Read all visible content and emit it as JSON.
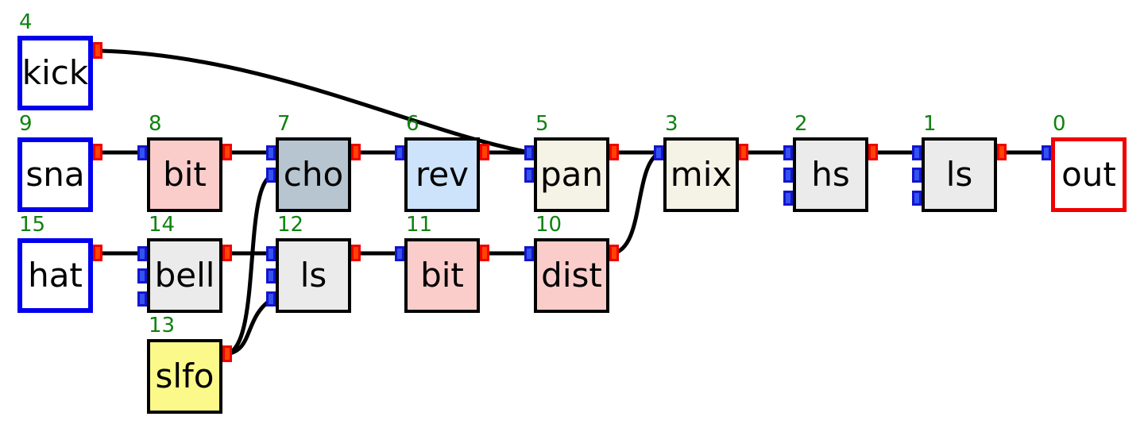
{
  "graph": {
    "nodes": [
      {
        "id": "0",
        "label": "out"
      },
      {
        "id": "1",
        "label": "ls"
      },
      {
        "id": "2",
        "label": "hs"
      },
      {
        "id": "3",
        "label": "mix"
      },
      {
        "id": "4",
        "label": "kick"
      },
      {
        "id": "5",
        "label": "pan"
      },
      {
        "id": "6",
        "label": "rev"
      },
      {
        "id": "7",
        "label": "cho"
      },
      {
        "id": "8",
        "label": "bit"
      },
      {
        "id": "9",
        "label": "sna"
      },
      {
        "id": "10",
        "label": "dist"
      },
      {
        "id": "11",
        "label": "bit"
      },
      {
        "id": "12",
        "label": "ls"
      },
      {
        "id": "13",
        "label": "slfo"
      },
      {
        "id": "14",
        "label": "bell"
      },
      {
        "id": "15",
        "label": "hat"
      }
    ],
    "connections": [
      {
        "from": "9 sna out",
        "to": "8 bit in1"
      },
      {
        "from": "8 bit out",
        "to": "7 cho in1"
      },
      {
        "from": "7 cho out",
        "to": "6 rev in1"
      },
      {
        "from": "6 rev out",
        "to": "5 pan in1"
      },
      {
        "from": "4 kick out",
        "to": "5 pan in1"
      },
      {
        "from": "5 pan out",
        "to": "3 mix in1"
      },
      {
        "from": "10 dist out",
        "to": "3 mix in1"
      },
      {
        "from": "3 mix out",
        "to": "2 hs in1"
      },
      {
        "from": "2 hs out",
        "to": "1 ls in1"
      },
      {
        "from": "1 ls out",
        "to": "0 out in1"
      },
      {
        "from": "15 hat out",
        "to": "14 bell in1"
      },
      {
        "from": "14 bell out",
        "to": "12 ls in1"
      },
      {
        "from": "12 ls out",
        "to": "11 bit in1"
      },
      {
        "from": "11 bit out",
        "to": "10 dist in1"
      },
      {
        "from": "13 slfo out",
        "to": "7 cho in2"
      },
      {
        "from": "13 slfo out",
        "to": "12 ls in3"
      }
    ]
  },
  "palette": {
    "node_id_green": "#0f820f",
    "wire_black": "#000000",
    "input_port_blue": "#3352ee",
    "input_port_border_blue": "#1414cc",
    "output_port_red": "#ff4400",
    "output_port_border_red": "#f00000",
    "source_node_border_blue": "#0000ee",
    "out_node_border_red": "#f00000",
    "fill_white": "#ffffff",
    "fill_pink": "#fbcdca",
    "fill_slate_gray": "#b7c5d1",
    "fill_light_blue": "#cce3fb",
    "fill_cream": "#f5f2e6",
    "fill_gray": "#ebebeb",
    "fill_yellow": "#fbf98a"
  }
}
